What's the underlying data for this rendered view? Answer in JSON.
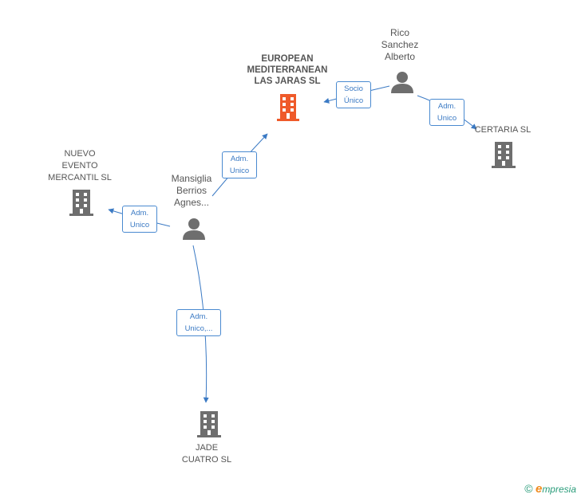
{
  "colors": {
    "edge": "#3b7ac4",
    "building_main": "#ef5a2a",
    "building": "#6e6e6e",
    "person": "#6e6e6e"
  },
  "nodes": {
    "european": {
      "label": "EUROPEAN\nMEDITERRANEAN\nLAS JARAS SL",
      "icon": "building-icon"
    },
    "rico": {
      "label": "Rico\nSanchez\nAlberto",
      "icon": "person-icon"
    },
    "certaria": {
      "label": "CERTARIA SL",
      "icon": "building-icon"
    },
    "nuevo": {
      "label": "NUEVO\nEVENTO\nMERCANTIL SL",
      "icon": "building-icon"
    },
    "mansiglia": {
      "label": "Mansiglia\nBerrios\nAgnes...",
      "icon": "person-icon"
    },
    "jade": {
      "label": "JADE\nCUATRO SL",
      "icon": "building-icon"
    }
  },
  "edges": {
    "rico_european": "Socio\nÚnico",
    "rico_certaria": "Adm.\nUnico",
    "mansiglia_european": "Adm.\nUnico",
    "mansiglia_nuevo": "Adm.\nUnico",
    "mansiglia_jade": "Adm.\nUnico,..."
  },
  "footer": {
    "copyright": "©",
    "brand_initial": "e",
    "brand_rest": "mpresia"
  }
}
